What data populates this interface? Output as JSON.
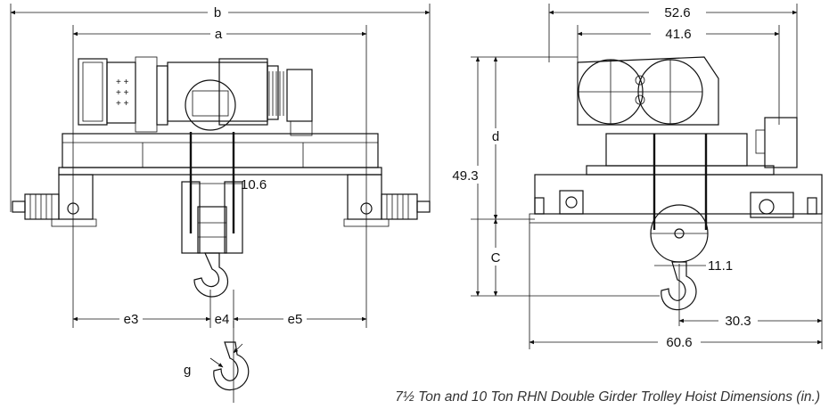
{
  "caption": "7½ Ton and 10 Ton RHN Double Girder Trolley Hoist Dimensions (in.)",
  "front_view": {
    "dim_b": "b",
    "dim_a": "a",
    "dim_rope": "10.6",
    "dim_e3": "e3",
    "dim_e4": "e4",
    "dim_e5": "e5",
    "dim_g": "g"
  },
  "side_view": {
    "dim_overall_top": "52.6",
    "dim_inner_top": "41.6",
    "dim_d": "d",
    "dim_height": "49.3",
    "dim_c": "C",
    "dim_rope": "11.1",
    "dim_hook_offset": "30.3",
    "dim_overall_bottom": "60.6"
  }
}
